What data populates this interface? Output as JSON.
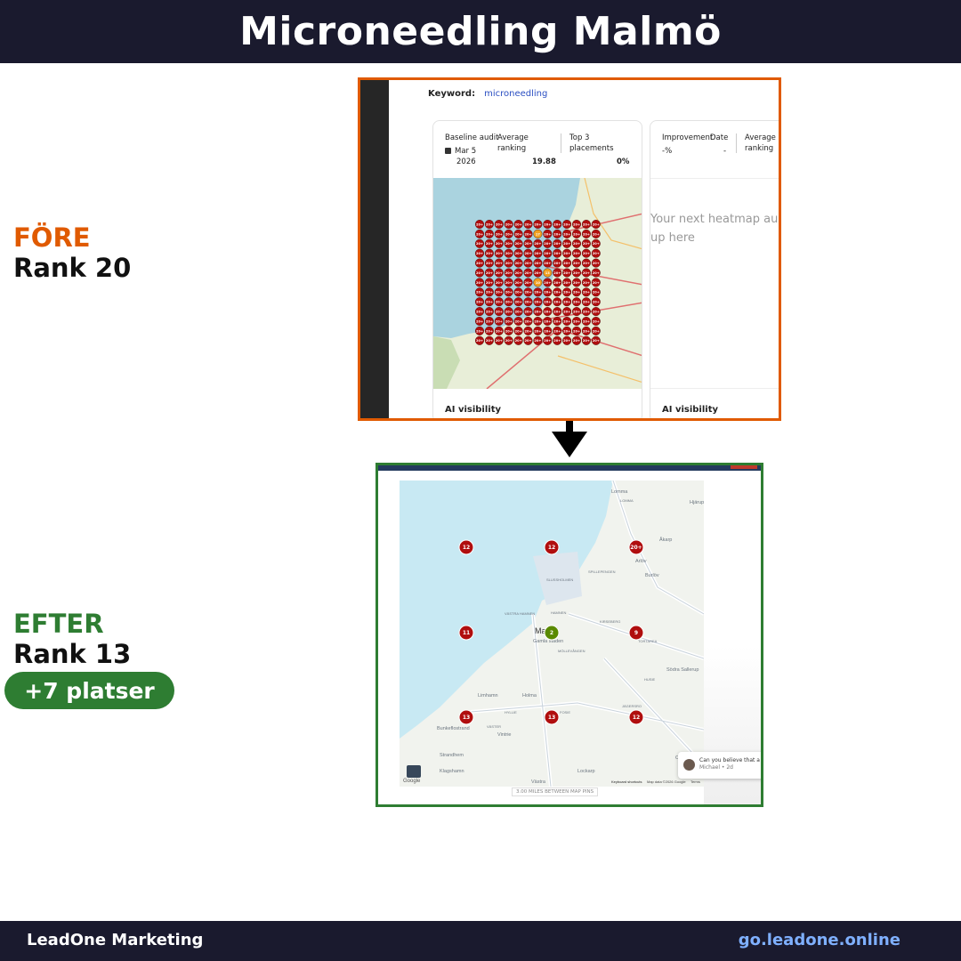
{
  "header": {
    "title": "Microneedling Malmö"
  },
  "before": {
    "title": "FÖRE",
    "title_color": "#e05a00",
    "rank": "Rank 20",
    "keyword_label": "Keyword:",
    "keyword_value": "microneedling",
    "baseline_label": "Baseline audit",
    "baseline_date": "Mar 5",
    "baseline_year": "2026",
    "avg_label_1": "Average",
    "avg_label_2": "ranking",
    "avg_value": "19.88",
    "top3_label_1": "Top 3",
    "top3_label_2": "placements",
    "top3_value": "0%",
    "right_improvement_label": "Improvement",
    "right_improvement_value": "-%",
    "right_date_label": "Date",
    "right_date_value": "-",
    "right_avg_1": "Average",
    "right_avg_2": "ranking",
    "next_heatmap_line1": "Your next heatmap aud",
    "next_heatmap_line2": "up here",
    "ai_visibility_left": "AI visibility",
    "ai_visibility_right": "AI visibility",
    "pin_label": "20+",
    "highlight_pins": [
      "17",
      "13",
      "10"
    ]
  },
  "after": {
    "title": "EFTER",
    "title_color": "#2e7d32",
    "rank": "Rank 13",
    "badge": "+7 platser",
    "pins": [
      "12",
      "12",
      "20+",
      "11",
      "2",
      "9",
      "13",
      "13",
      "12"
    ],
    "map_places": [
      "Lomma",
      "LOMMA",
      "Hjärup",
      "Åkarp",
      "Arlöv",
      "Burlöv",
      "SPILLEPENGEN",
      "SLUSSHOLMEN",
      "VÄSTRA HAMNEN",
      "HAMNEN",
      "KIRSEBERG",
      "Malmö",
      "Gamla staden",
      "TORTAREA",
      "MÖLLEVÅNGEN",
      "Södra Sallerup",
      "Limhamn",
      "HUSIE",
      "Holma",
      "HYLLIE",
      "FOSIE",
      "JÄGERSRO",
      "Bunkeflostrand",
      "VÄSTER",
      "Vintrie",
      "Strandhem",
      "Oxie",
      "Klagshamn",
      "Lockarp",
      "Västra"
    ],
    "chat_text": "Can you believe that a wee",
    "chat_sub": "Michael • 2d",
    "map_footer_1": "Keyboard shortcuts",
    "map_footer_2": "Map data ©2026 Google",
    "map_footer_3": "Terms",
    "google_label": "Google",
    "scale": "3.00 MILES BETWEEN MAP PINS"
  },
  "footer": {
    "left": "LeadOne Marketing",
    "right": "go.leadone.online"
  },
  "colors": {
    "dark_bar": "#1a1a2e",
    "pin_red": "#b00e0e",
    "pin_green": "#5a8a00",
    "pin_orange": "#f0a020"
  }
}
